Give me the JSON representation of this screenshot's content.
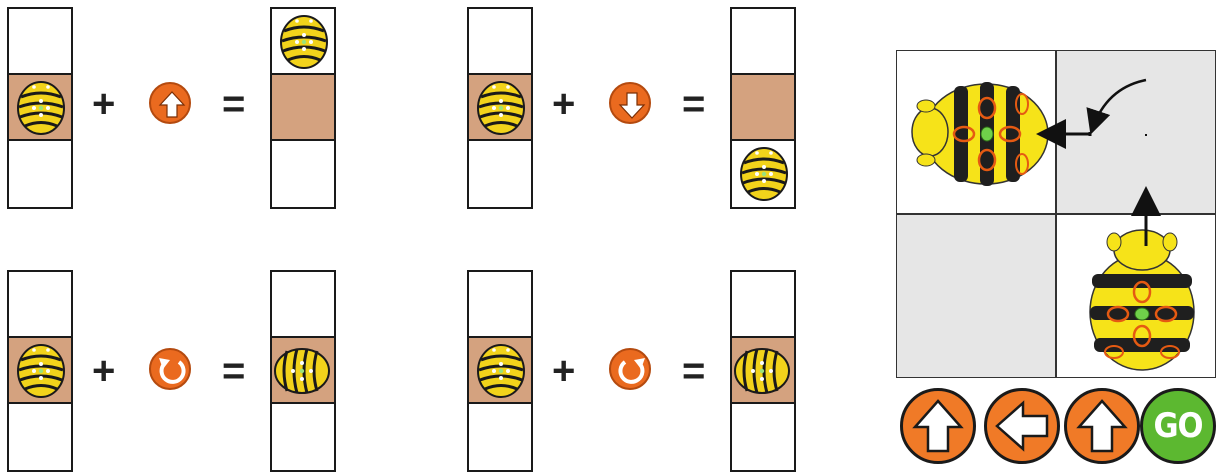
{
  "operators": {
    "plus": "+",
    "equals": "="
  },
  "equations": [
    {
      "command": "forward",
      "result": "move up one cell"
    },
    {
      "command": "backward",
      "result": "move down one cell"
    },
    {
      "command": "turn-left",
      "result": "rotate left in place"
    },
    {
      "command": "turn-right",
      "result": "rotate right in place"
    }
  ],
  "program_buttons": [
    {
      "icon": "up-arrow-icon"
    },
    {
      "icon": "left-arrow-icon"
    },
    {
      "icon": "up-arrow-icon"
    },
    {
      "label": "GO"
    }
  ],
  "colors": {
    "button_orange": "#ea6a1f",
    "go_green": "#5cb830",
    "mat_brown": "#d4a27f",
    "bee_yellow": "#f2d31b",
    "grid_grey": "#e6e6e6"
  }
}
